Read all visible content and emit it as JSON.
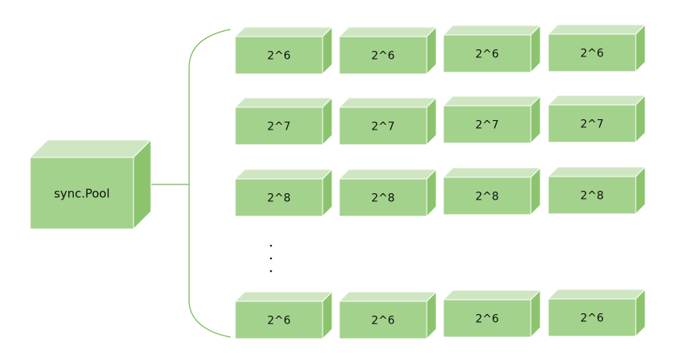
{
  "colors": {
    "front": "#a3d28c",
    "top": "#cfe6c2",
    "side": "#8cc46e",
    "edge": "#ffffff",
    "connector": "#72b84f"
  },
  "root": {
    "label": "sync.Pool"
  },
  "rows": [
    {
      "items": [
        "2^6",
        "2^6",
        "2^6",
        "2^6"
      ]
    },
    {
      "items": [
        "2^7",
        "2^7",
        "2^7",
        "2^7"
      ]
    },
    {
      "items": [
        "2^8",
        "2^8",
        "2^8",
        "2^8"
      ]
    },
    {
      "items": [
        "2^6",
        "2^6",
        "2^6",
        "2^6"
      ]
    }
  ],
  "ellipsis": ".\n.\n."
}
